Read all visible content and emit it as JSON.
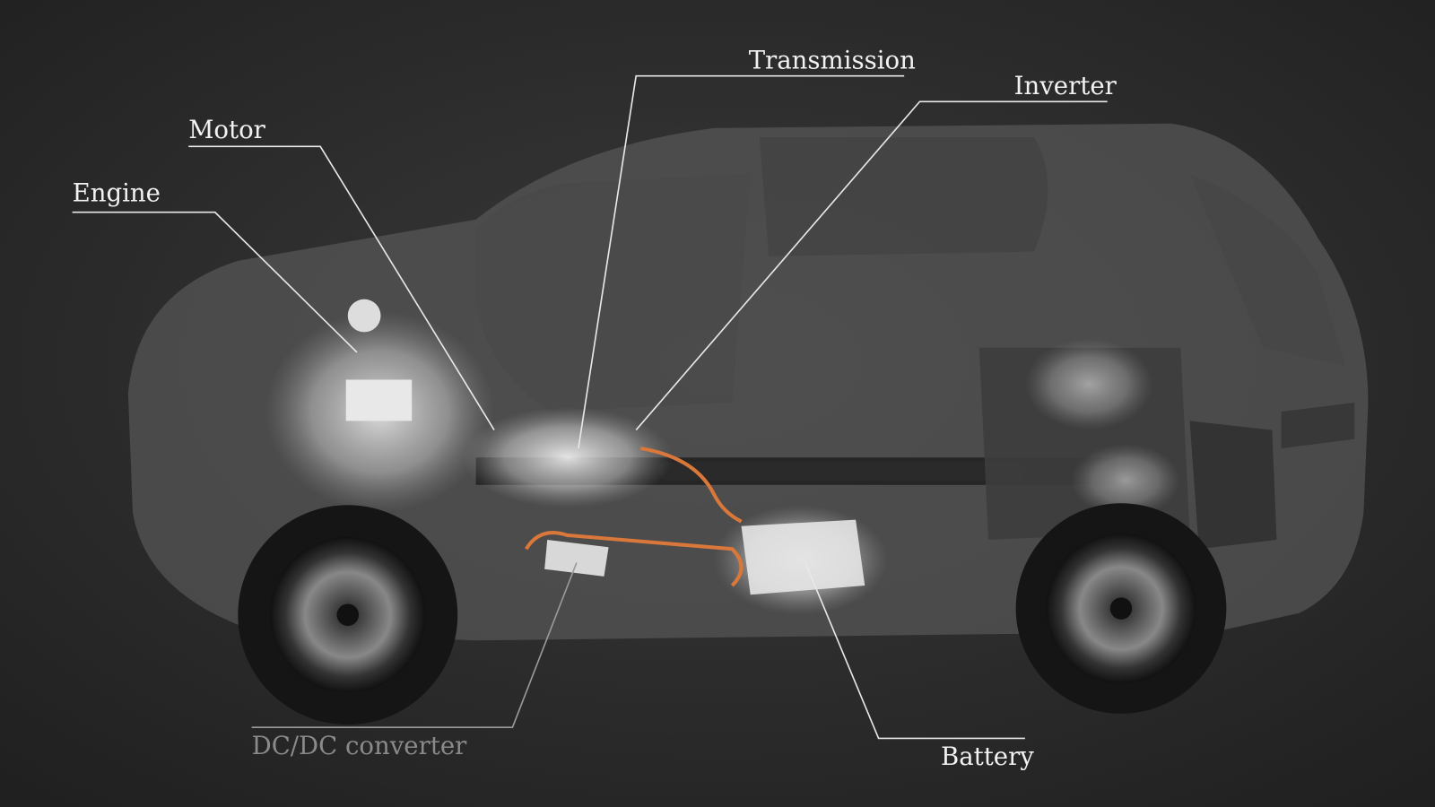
{
  "labels": {
    "transmission": "Transmission",
    "inverter": "Inverter",
    "motor": "Motor",
    "engine": "Engine",
    "dcdc": "DC/DC converter",
    "battery": "Battery"
  },
  "colors": {
    "background": "#2b2b2b",
    "label_text": "#f2f2f2",
    "dim_label_text": "#8a8a8a",
    "cable_orange": "#d9783a"
  }
}
